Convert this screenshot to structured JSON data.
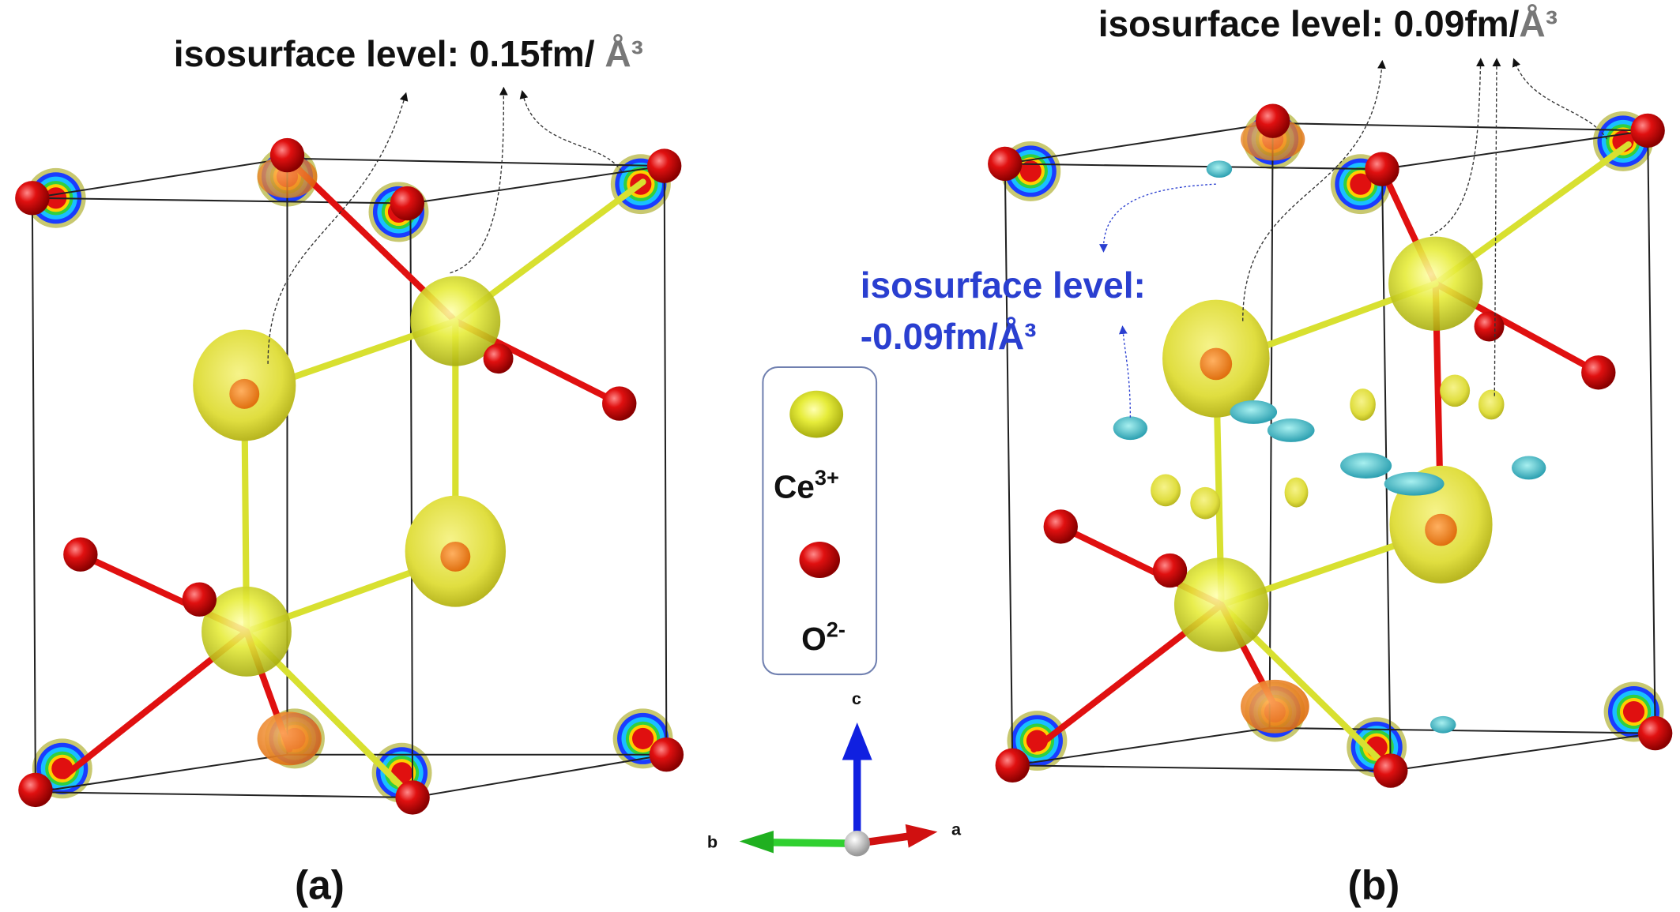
{
  "panel_a": {
    "label": "(a)",
    "iso_label": "isosurface level: 0.15fm/ ",
    "iso_unit": "Å³"
  },
  "panel_b": {
    "label": "(b)",
    "iso_label": "isosurface level: 0.09fm/",
    "iso_unit": "Å³",
    "neg_iso_line1": "isosurface level:",
    "neg_iso_line2": "-0.09fm/Å³"
  },
  "legend": {
    "ce_base": "Ce",
    "ce_charge": "3+",
    "o_base": "O",
    "o_charge": "2-"
  },
  "axes": {
    "c": "c",
    "b": "b",
    "a": "a"
  },
  "colors": {
    "ce": "#e6ec3a",
    "o": "#e01010",
    "neg_iso": "#2a9fb0",
    "neg_label": "#2a3fd0"
  }
}
